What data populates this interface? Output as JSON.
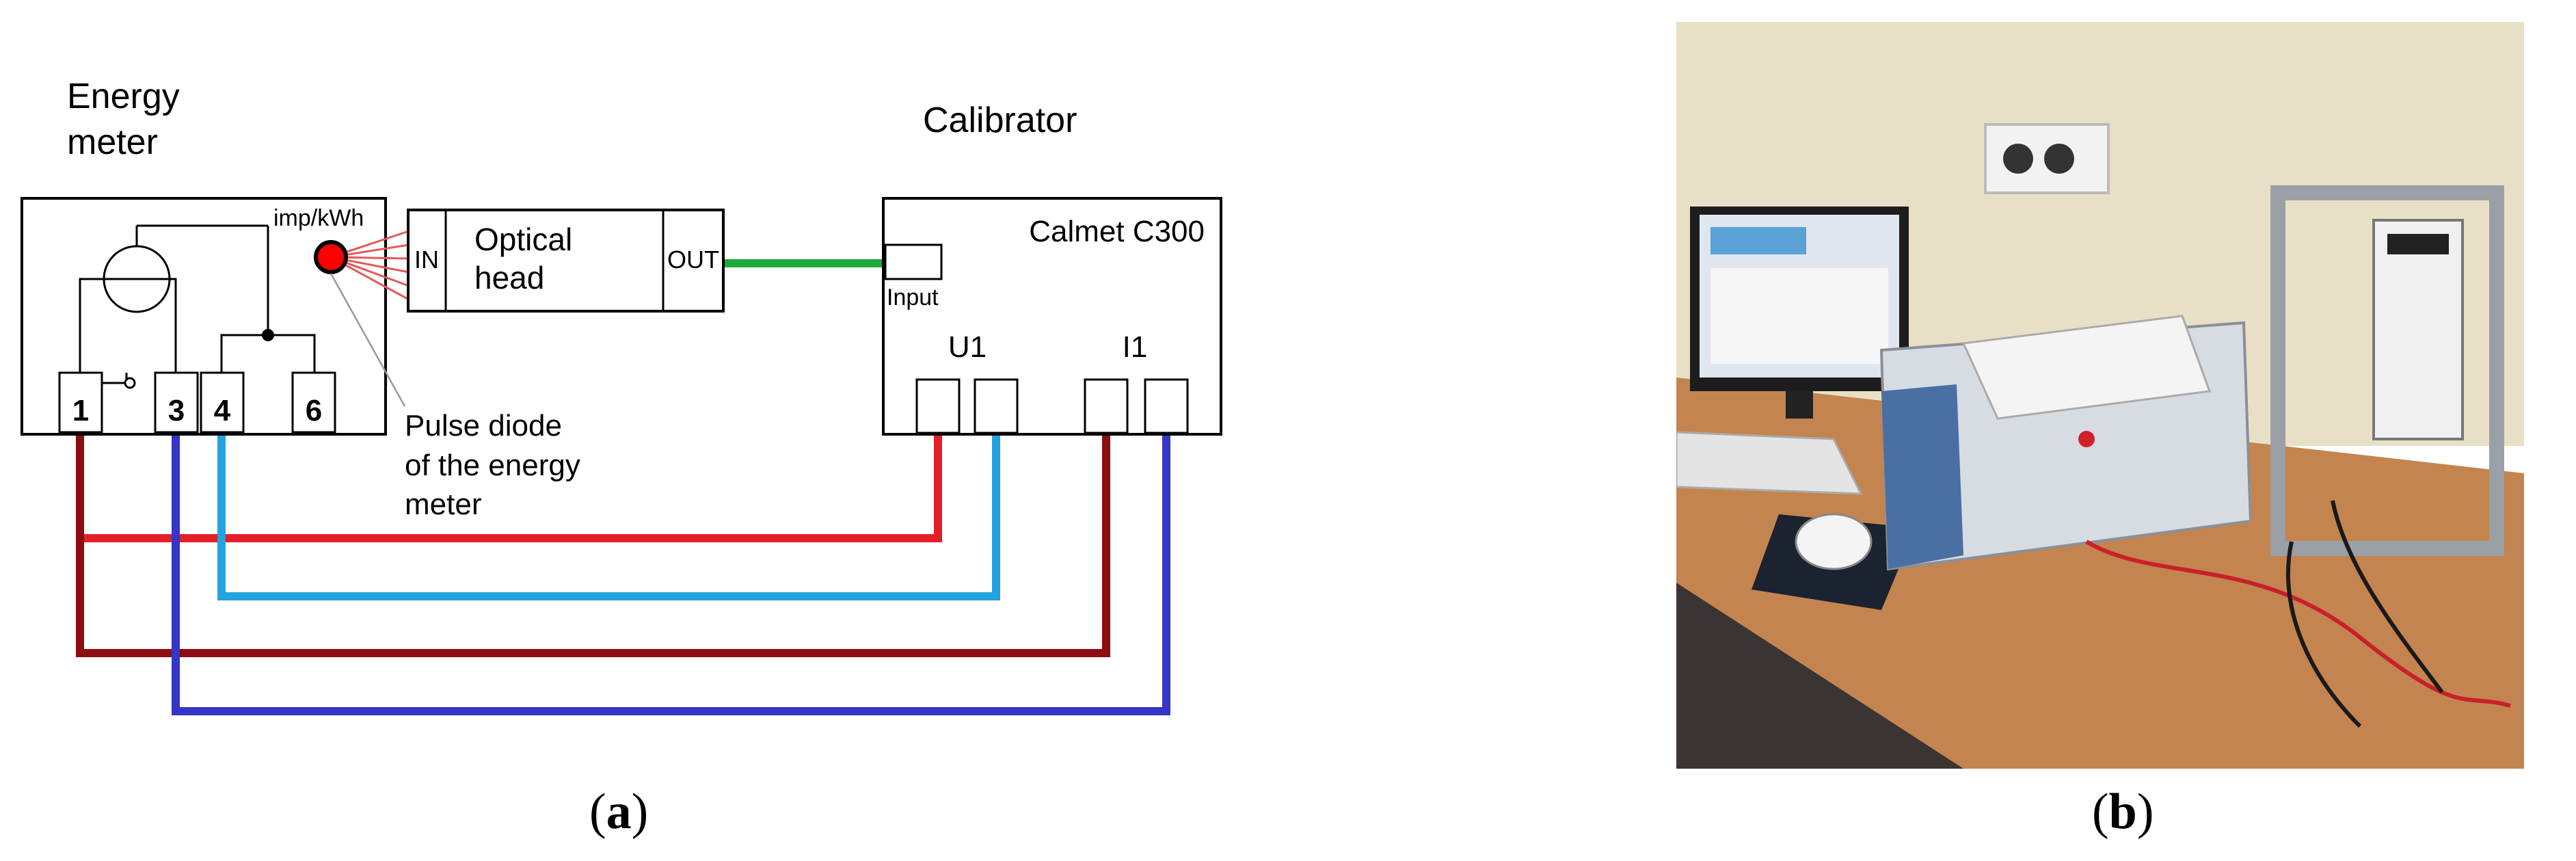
{
  "panel_a": {
    "caption_letter": "a",
    "energy_meter": {
      "title_line1": "Energy",
      "title_line2": "meter",
      "unit_label": "imp/kWh",
      "terminals": [
        "1",
        "3",
        "4",
        "6"
      ]
    },
    "optical_head": {
      "in_label": "IN",
      "name_line1": "Optical",
      "name_line2": "head",
      "out_label": "OUT"
    },
    "calibrator": {
      "title": "Calibrator",
      "model": "Calmet C300",
      "input_label": "Input",
      "voltage_label": "U1",
      "current_label": "I1"
    },
    "pulse_diode_note": [
      "Pulse diode",
      "of the energy",
      "meter"
    ],
    "colors": {
      "signal_wire": "#1fa83a",
      "terminal1_wire": "#e3202a",
      "terminal4_wire": "#22a3e0",
      "terminal3_wire": "#3535c8",
      "i1_wire": "#8b0d12",
      "pulse_diode": "#ff0000",
      "pulse_rays": "#e35a5a"
    }
  },
  "panel_b": {
    "caption_letter": "b",
    "photo_subject": "laboratory test bench with calibrator, computer monitor and meter rack"
  }
}
